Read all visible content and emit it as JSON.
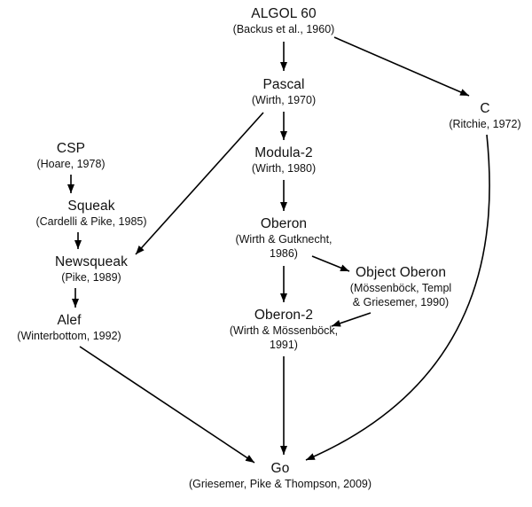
{
  "figure": {
    "background_color": "#ffffff",
    "line_color": "#000000",
    "text_color": "#111111",
    "description": "Genealogy diagram of the Go programming language"
  },
  "nodes": {
    "algol60": {
      "name": "ALGOL 60",
      "caption": "(Backus et al., 1960)"
    },
    "pascal": {
      "name": "Pascal",
      "caption": "(Wirth, 1970)"
    },
    "c": {
      "name": "C",
      "caption": "(Ritchie, 1972)"
    },
    "csp": {
      "name": "CSP",
      "caption": "(Hoare, 1978)"
    },
    "modula2": {
      "name": "Modula-2",
      "caption": "(Wirth, 1980)"
    },
    "squeak": {
      "name": "Squeak",
      "caption": "(Cardelli & Pike, 1985)"
    },
    "oberon": {
      "name": "Oberon",
      "caption": "(Wirth & Gutknecht,\n1986)"
    },
    "newsqueak": {
      "name": "Newsqueak",
      "caption": "(Pike, 1989)"
    },
    "object_oberon": {
      "name": "Object Oberon",
      "caption": "(Mössenböck, Templ\n& Griesemer, 1990)"
    },
    "oberon2": {
      "name": "Oberon-2",
      "caption": "(Wirth & Mössenböck,\n1991)"
    },
    "alef": {
      "name": "Alef",
      "caption": "(Winterbottom, 1992)"
    },
    "go": {
      "name": "Go",
      "caption": "(Griesemer, Pike & Thompson, 2009)"
    }
  },
  "edges": [
    {
      "from": "algol60",
      "to": "pascal"
    },
    {
      "from": "algol60",
      "to": "c"
    },
    {
      "from": "pascal",
      "to": "modula2"
    },
    {
      "from": "pascal",
      "to": "newsqueak"
    },
    {
      "from": "modula2",
      "to": "oberon"
    },
    {
      "from": "oberon",
      "to": "object_oberon"
    },
    {
      "from": "oberon",
      "to": "oberon2"
    },
    {
      "from": "object_oberon",
      "to": "oberon2"
    },
    {
      "from": "oberon2",
      "to": "go"
    },
    {
      "from": "csp",
      "to": "squeak"
    },
    {
      "from": "squeak",
      "to": "newsqueak"
    },
    {
      "from": "newsqueak",
      "to": "alef"
    },
    {
      "from": "alef",
      "to": "go"
    },
    {
      "from": "c",
      "to": "go"
    }
  ]
}
